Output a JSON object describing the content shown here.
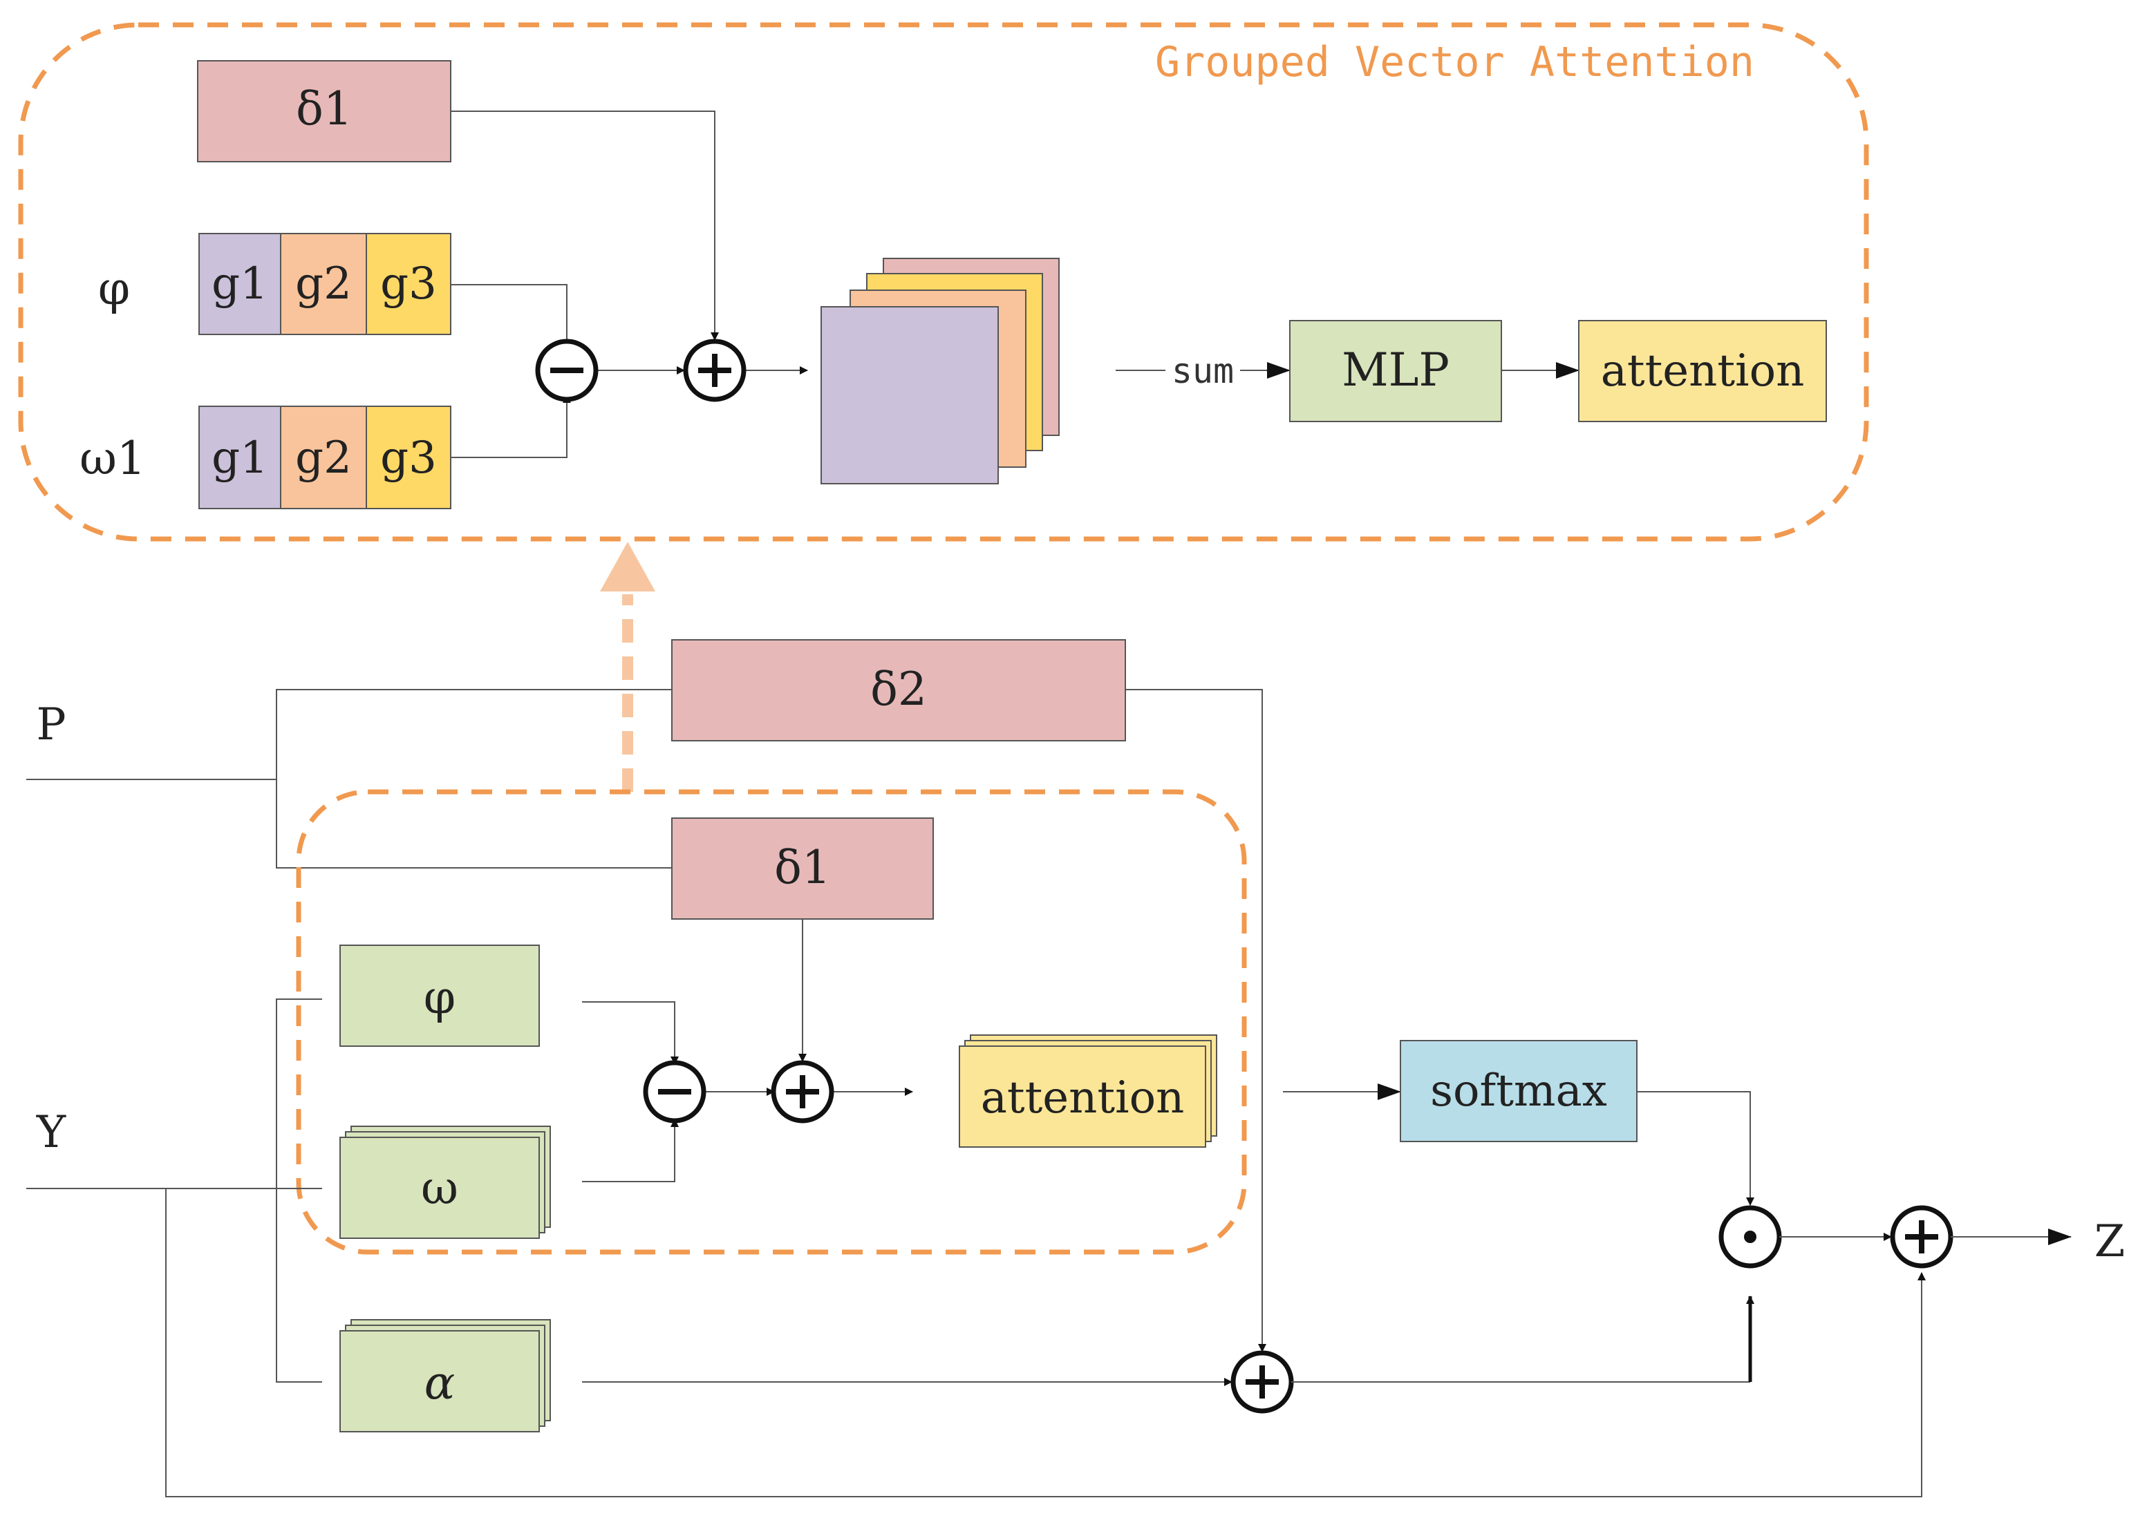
{
  "colors": {
    "pink": "#e6b9b8",
    "purple": "#ccc1da",
    "orange": "#f9c49b",
    "yellow": "#ffd966",
    "lightyellow": "#fbe698",
    "green": "#d8e4bc",
    "blue": "#b7dde8",
    "dashed_orange": "#f0994f",
    "dashed_arrow": "#f7c6a0"
  },
  "gva": {
    "title": "Grouped Vector Attention",
    "delta1_label": "δ1",
    "phi_label": "φ",
    "omega1_label": "ω1",
    "phi_groups": [
      "g1",
      "g2",
      "g3"
    ],
    "omega_groups": [
      "g1",
      "g2",
      "g3"
    ],
    "sum_label": "sum",
    "mlp_label": "MLP",
    "attention_label": "attention"
  },
  "main": {
    "p_label": "P",
    "y_label": "Y",
    "z_label": "Z",
    "delta2_label": "δ2",
    "delta1_label": "δ1",
    "phi_label": "φ",
    "omega_label": "ω",
    "alpha_label": "α",
    "attention_label": "attention",
    "softmax_label": "softmax"
  }
}
